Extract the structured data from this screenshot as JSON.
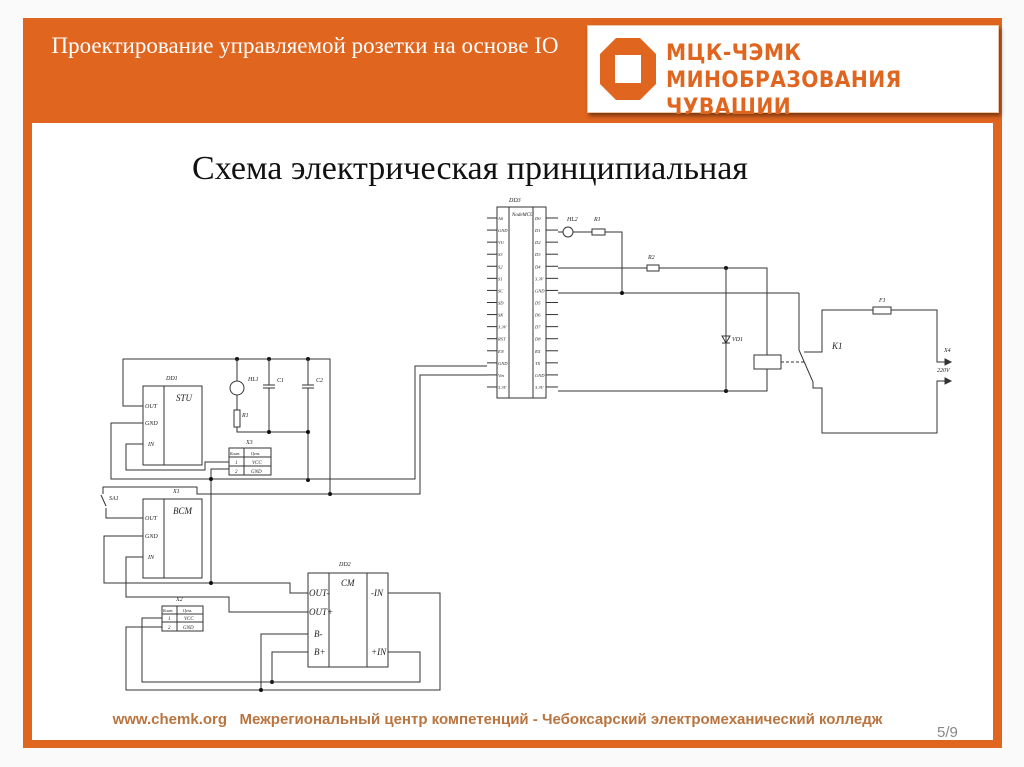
{
  "header": {
    "title": "Проектирование управляемой розетки на основе IO",
    "logo_line1": "МЦК-ЧЭМК",
    "logo_line2": "МИНОБРАЗОВАНИЯ ЧУВАШИИ"
  },
  "slide": {
    "heading": "Схема электрическая принципиальная"
  },
  "diagram": {
    "dd3": {
      "ref": "DD3",
      "name": "NodeMCU",
      "left_pins": [
        "A0",
        "GND",
        "VU",
        "S3",
        "S2",
        "S1",
        "SC",
        "SD",
        "SK",
        "3.3V",
        "RST",
        "EN",
        "GND",
        "Vin",
        "3.3V"
      ],
      "right_pins": [
        "D0",
        "D1",
        "D2",
        "D3",
        "D4",
        "3.3V",
        "GND",
        "D5",
        "D6",
        "D7",
        "D8",
        "RX",
        "TX",
        "GND",
        "3.3V"
      ]
    },
    "dd1": {
      "ref": "DD1",
      "name": "STU",
      "pins": [
        "OUT",
        "GND",
        "IN"
      ]
    },
    "bcm": {
      "ref": "X1",
      "name": "BCM",
      "pins": [
        "OUT",
        "GND",
        "IN"
      ]
    },
    "dd2": {
      "ref": "DD2",
      "name": "CM",
      "left_pins": [
        "OUT-",
        "OUT+",
        "B-",
        "B+"
      ],
      "right_pins": [
        "-IN",
        "+IN"
      ]
    },
    "x3": {
      "ref": "X3",
      "headers": [
        "Конт.",
        "Цепь"
      ],
      "rows": [
        [
          "1",
          "VCC"
        ],
        [
          "2",
          "GND"
        ]
      ]
    },
    "x2": {
      "ref": "X2",
      "headers": [
        "Конт.",
        "Цепь"
      ],
      "rows": [
        [
          "1",
          "VCC"
        ],
        [
          "2",
          "GND"
        ]
      ]
    },
    "labels": {
      "hl1": "HL1",
      "r1a": "R1",
      "c1": "C1",
      "c2": "C2",
      "sa1": "SA1",
      "hl2": "HL2",
      "r1b": "R1",
      "r2": "R2",
      "vd1": "VD1",
      "k1": "K1",
      "f1": "F1",
      "x4": "X4",
      "v220": "220V"
    }
  },
  "footer": {
    "text": "www.chemk.org   Межрегиональный центр компетенций - Чебоксарский электромеханический колледж",
    "page": "5/9"
  },
  "colors": {
    "accent": "#e0651f",
    "footer_text": "#b9743f"
  }
}
